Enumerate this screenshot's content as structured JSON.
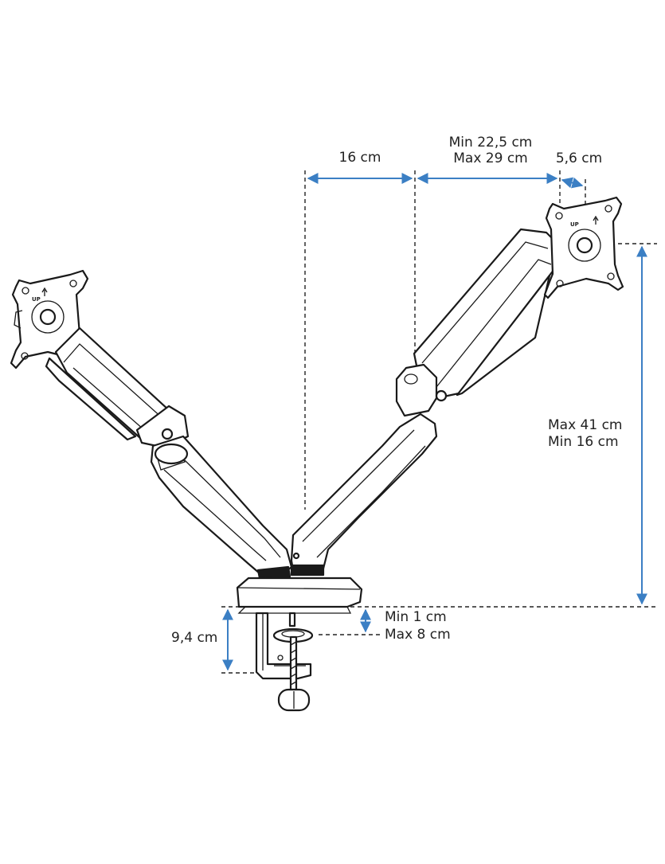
{
  "colors": {
    "dimension": "#3b7fc4",
    "ink": "#1a1a1a",
    "background": "#ffffff"
  },
  "dimensions": {
    "arm_offset": "16 cm",
    "arm_reach_min": "Min 22,5 cm",
    "arm_reach_max": "Max 29 cm",
    "tilt_depth": "5,6 cm",
    "height_max": "Max 41 cm",
    "height_min": "Min 16 cm",
    "clamp_height": "9,4 cm",
    "desk_thickness_min": "Min 1 cm",
    "desk_thickness_max": "Max 8 cm"
  },
  "markings": {
    "up_label": "UP"
  }
}
